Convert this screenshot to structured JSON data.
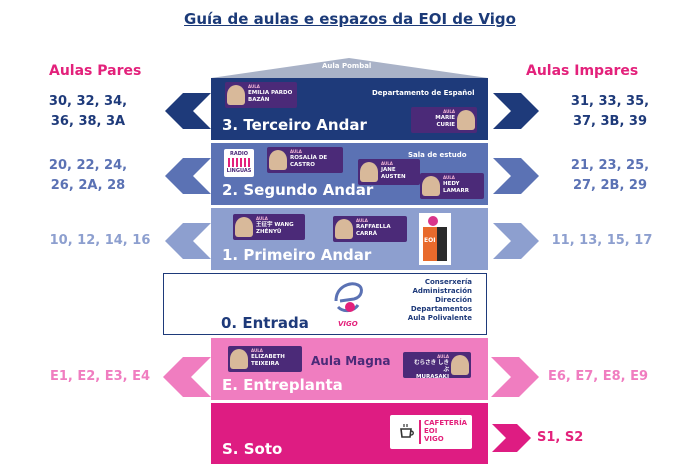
{
  "title": "Guía de aulas e espazos da EOI de Vigo",
  "left_heading": "Aulas Pares",
  "right_heading": "Aulas Impares",
  "roof_label": "Aula Pombal",
  "colors": {
    "navy": "#1e3a7a",
    "blue": "#5b72b4",
    "light": "#8d9fcf",
    "pink_light": "#f07dc0",
    "pink": "#e3217b",
    "magenta": "#de1c82",
    "roof": "#a9b2c7"
  },
  "floors": {
    "third": {
      "name": "3. Terceiro Andar",
      "note": "Departamento de Español",
      "left_rooms": [
        "30, 32, 34,",
        "36, 38, 3A"
      ],
      "right_rooms": [
        "31, 33, 35,",
        "37, 3B, 39"
      ],
      "cards": [
        {
          "prefix": "AULA",
          "name": "EMILIA PARDO BAZÁN"
        },
        {
          "prefix": "AULA",
          "name": "MARIE CURIE"
        }
      ]
    },
    "second": {
      "name": "2. Segundo Andar",
      "note": "Sala de estudo",
      "radio": [
        "RADIO",
        "LINGUAS"
      ],
      "left_rooms": [
        "20, 22, 24,",
        "26, 2A, 28"
      ],
      "right_rooms": [
        "21, 23, 25,",
        "27, 2B, 29"
      ],
      "cards": [
        {
          "prefix": "AULA",
          "name": "ROSALÍA DE CASTRO"
        },
        {
          "prefix": "AULA",
          "name": "JANE AUSTEN"
        },
        {
          "prefix": "AULA",
          "name": "HEDY LAMARR"
        }
      ]
    },
    "first": {
      "name": "1. Primeiro Andar",
      "left_rooms": [
        "10, 12, 14, 16"
      ],
      "right_rooms": [
        "11, 13, 15, 17"
      ],
      "book_label": "EOI",
      "cards": [
        {
          "prefix": "AULA",
          "name": "王征宇 WANG ZHÉNYǓ"
        },
        {
          "prefix": "AULA",
          "name": "RAFFAELLA CARRÁ"
        }
      ]
    },
    "ground": {
      "name": "0. Entrada",
      "logo_text": "VIGO",
      "list": [
        "Conserxería",
        "Administración",
        "Dirección",
        "Departamentos",
        "Aula Polivalente"
      ]
    },
    "mezz": {
      "name": "E. Entreplanta",
      "magna": "Aula Magna",
      "left_rooms": [
        "E1, E2, E3, E4"
      ],
      "right_rooms": [
        "E6, E7, E8, E9"
      ],
      "cards": [
        {
          "prefix": "AULA",
          "name": "ELIZABETH TEIXEIRA"
        },
        {
          "prefix": "AULA",
          "name": "むらさき しきぶ MURASAKI SHIKIBU"
        }
      ]
    },
    "basement": {
      "name": "S. Soto",
      "cafe": [
        "CAFETERÍA",
        "EOI",
        "VIGO"
      ],
      "right_rooms": [
        "S1, S2"
      ]
    }
  }
}
